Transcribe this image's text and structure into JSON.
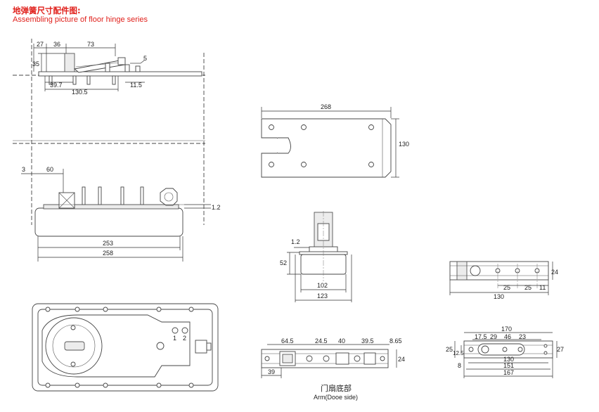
{
  "title": {
    "cn": "地弹簧尺寸配件图:",
    "en": "Assembling picture of floor hinge series"
  },
  "views": {
    "side": {
      "dims": [
        "27",
        "36",
        "73",
        "35",
        "5",
        "39.7",
        "11.5",
        "130.5",
        "3",
        "60",
        "1.2",
        "253",
        "258"
      ]
    },
    "cover_plate": {
      "dims": [
        "268",
        "130"
      ]
    },
    "front": {
      "dims": [
        "1.2",
        "52",
        "102",
        "123"
      ]
    },
    "top_arm": {
      "dims": [
        "24",
        "25",
        "25",
        "11",
        "130"
      ]
    },
    "door_side": {
      "dims": [
        "64.5",
        "24.5",
        "40",
        "39.5",
        "8.65",
        "24",
        "39"
      ],
      "label_cn": "门扇底部",
      "label_en": "Arm(Dooe side)"
    },
    "pivot_plate": {
      "dims": [
        "170",
        "17.5",
        "29",
        "46",
        "23",
        "25",
        "12.5",
        "27",
        "130",
        "151",
        "167",
        "8"
      ]
    },
    "plan": {
      "dims": [
        "1",
        "2"
      ]
    }
  }
}
